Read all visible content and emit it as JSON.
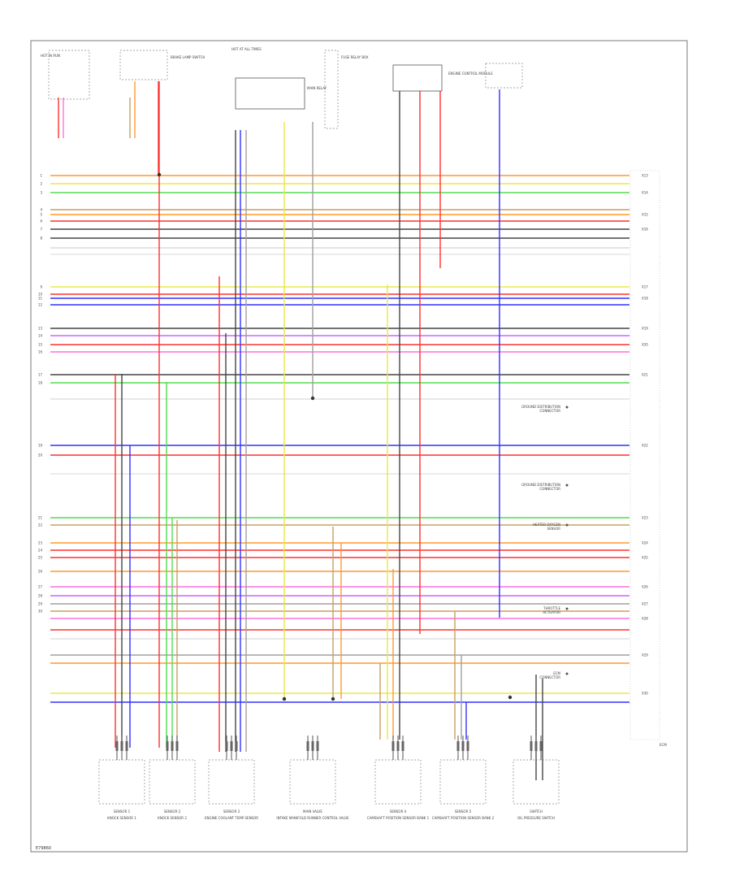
{
  "diagram": {
    "page_code": "E79860",
    "colors": {
      "red": "#ff3030",
      "orange": "#ff9a2e",
      "yellow": "#e8e84a",
      "green": "#50dd50",
      "blue": "#3030ff",
      "black": "#444444",
      "gray": "#a0a0a0",
      "pink": "#ff6fd8",
      "tan": "#c8a060",
      "violet": "#d060ff"
    },
    "connector_labels": {
      "left": [
        "1",
        "2",
        "3",
        "4",
        "5",
        "6",
        "7",
        "8",
        "9",
        "10",
        "11",
        "12",
        "13",
        "14",
        "15",
        "16",
        "17",
        "18",
        "19",
        "20",
        "21",
        "22",
        "23",
        "24",
        "25",
        "26",
        "27",
        "28",
        "29",
        "30"
      ],
      "right": [
        "X13",
        "X14",
        "X15",
        "X16",
        "X17",
        "X18",
        "X19",
        "X20",
        "X21",
        "X22",
        "X23",
        "X24",
        "X25",
        "X26",
        "X27",
        "X28",
        "X29",
        "X30"
      ]
    },
    "top_components": {
      "hot_in_run": "HOT IN RUN",
      "brake_lamp_switch": "BRAKE LAMP SWITCH",
      "hot_at_all_times": "HOT AT ALL TIMES",
      "main_relay": "MAIN RELAY",
      "fuse_relay_box": "FUSE RELAY BOX",
      "engine_control_module": "ENGINE CONTROL MODULE"
    },
    "bottom_components": [
      {
        "label": "KNOCK SENSOR 1",
        "sub": "SENSOR 1"
      },
      {
        "label": "KNOCK SENSOR 2",
        "sub": "SENSOR 2"
      },
      {
        "label": "ENGINE COOLANT TEMP SENSOR",
        "sub": "SENSOR 3"
      },
      {
        "label": "INTAKE MANIFOLD RUNNER CONTROL VALVE",
        "sub": "MAIN VALVE"
      },
      {
        "label": "CAMSHAFT POSITION SENSOR BANK 1",
        "sub": "SENSOR 4"
      },
      {
        "label": "CAMSHAFT POSITION SENSOR BANK 2",
        "sub": "SENSOR 5"
      },
      {
        "label": "OIL PRESSURE SWITCH",
        "sub": "SWITCH"
      }
    ],
    "right_side_labels": [
      {
        "label": "GROUND DISTRIBUTION",
        "sub": "CONNECTOR"
      },
      {
        "label": "GROUND DISTRIBUTION",
        "sub": "CONNECTOR"
      },
      {
        "label": "HEATED OXYGEN",
        "sub": "SENSOR"
      },
      {
        "label": "THROTTLE",
        "sub": "ACTUATOR"
      },
      {
        "label": "ECM",
        "sub": "CONNECTOR"
      }
    ]
  }
}
